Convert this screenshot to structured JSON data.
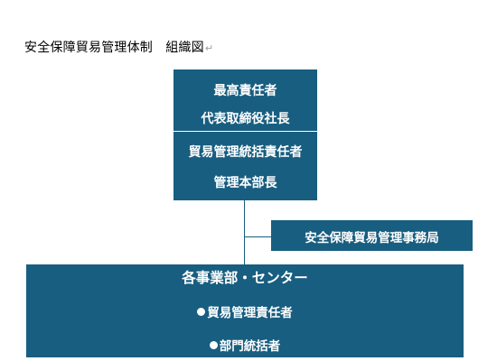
{
  "title": {
    "text": "安全保障貿易管理体制　組織図",
    "para_mark": "↵"
  },
  "top_box": {
    "role": "最高責任者",
    "position": "代表取締役社長"
  },
  "second_box": {
    "role": "貿易管理統括責任者",
    "position": "管理本部長"
  },
  "office_box": {
    "label": "安全保障貿易管理事務局"
  },
  "department_box": {
    "title": "各事業部・センター",
    "items": [
      "貿易管理責任者",
      "部門統括者"
    ]
  },
  "colors": {
    "box_fill": "#185e80",
    "box_text": "#ffffff"
  }
}
